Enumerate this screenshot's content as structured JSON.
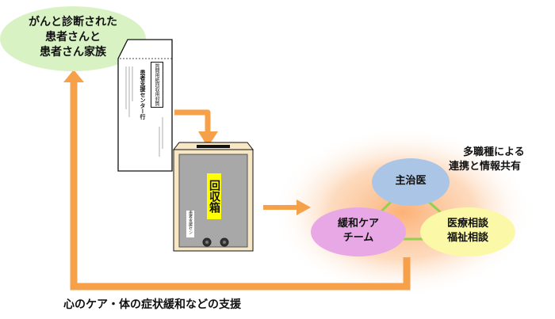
{
  "patient_bubble": {
    "lines": [
      "がんと診断された",
      "患者さんと",
      "患者さん家族"
    ]
  },
  "envelope": {
    "title": "質問用紙回収用封筒",
    "address": "患者支援センター行"
  },
  "collection_box": {
    "label": "回収箱",
    "side_label": "患者支援センター"
  },
  "team": {
    "heading": [
      "多職種による",
      "連携と情報共有"
    ],
    "doctor": "主治医",
    "palliative": [
      "緩和ケア",
      "チーム"
    ],
    "consult": [
      "医療相談",
      "福祉相談"
    ]
  },
  "support_caption": "心のケア・体の症状緩和などの支援",
  "colors": {
    "arrow": "#f7a04a",
    "patient": "#d8f2c4",
    "doctor": "#aac5e6",
    "palliative": "#e8a8e6",
    "consult": "#fbf9a8",
    "glow": "#fbbd86",
    "link": "#92d050",
    "box_face": "#a8a8a8",
    "box_label": "#ffff00"
  }
}
